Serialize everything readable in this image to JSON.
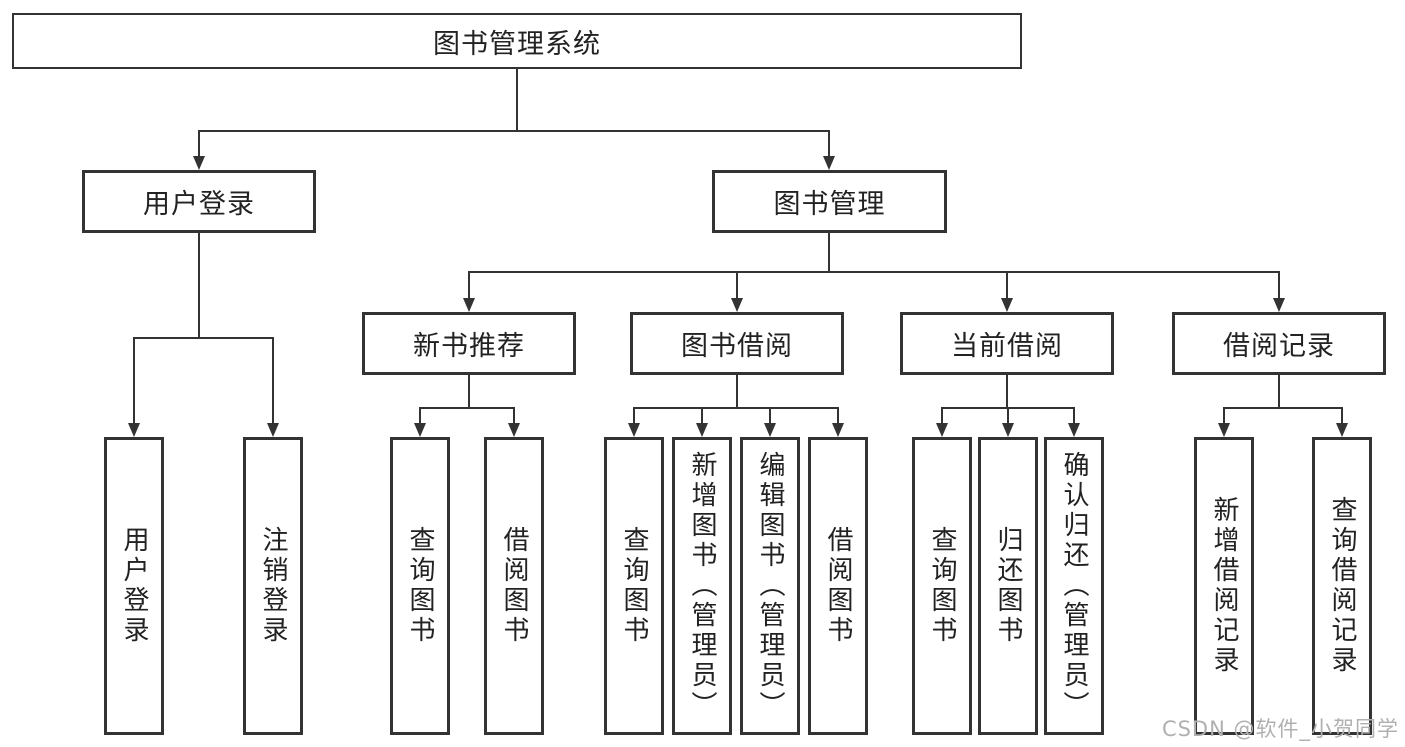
{
  "diagram": {
    "type": "tree",
    "title": "图书管理系统",
    "hierarchy": {
      "root": "图书管理系统",
      "children": [
        {
          "label": "用户登录",
          "children": [
            "用户登录",
            "注销登录"
          ]
        },
        {
          "label": "图书管理",
          "children": [
            {
              "label": "新书推荐",
              "children": [
                "查询图书",
                "借阅图书"
              ]
            },
            {
              "label": "图书借阅",
              "children": [
                "查询图书",
                "新增图书（管理员）",
                "编辑图书（管理员）",
                "借阅图书"
              ]
            },
            {
              "label": "当前借阅",
              "children": [
                "查询图书",
                "归还图书",
                "确认归还（管理员）"
              ]
            },
            {
              "label": "借阅记录",
              "children": [
                "新增借阅记录",
                "查询借阅记录"
              ]
            }
          ]
        }
      ]
    }
  },
  "nodes": {
    "root": {
      "label": "图书管理系统"
    },
    "user_login": {
      "label": "用户登录"
    },
    "book_mgmt": {
      "label": "图书管理"
    },
    "new_book_rec": {
      "label": "新书推荐"
    },
    "book_borrow": {
      "label": "图书借阅"
    },
    "current_borrow": {
      "label": "当前借阅"
    },
    "borrow_records": {
      "label": "借阅记录"
    },
    "leaf_user_login": {
      "label": "用户登录"
    },
    "leaf_logout": {
      "label": "注销登录"
    },
    "leaf_nbr_query": {
      "label": "查询图书"
    },
    "leaf_nbr_borrow": {
      "label": "借阅图书"
    },
    "leaf_bb_query": {
      "label": "查询图书"
    },
    "leaf_bb_add": {
      "label": "新增图书（管理员）"
    },
    "leaf_bb_edit": {
      "label": "编辑图书（管理员）"
    },
    "leaf_bb_borrow": {
      "label": "借阅图书"
    },
    "leaf_cb_query": {
      "label": "查询图书"
    },
    "leaf_cb_return": {
      "label": "归还图书"
    },
    "leaf_cb_confirm": {
      "label": "确认归还（管理员）"
    },
    "leaf_br_add": {
      "label": "新增借阅记录"
    },
    "leaf_br_query": {
      "label": "查询借阅记录"
    }
  },
  "watermark": {
    "text": "CSDN @软件_小贺同学"
  },
  "colors": {
    "line": "#333333",
    "text": "#222222",
    "background": "#ffffff",
    "watermark": "#b0b0b0"
  }
}
